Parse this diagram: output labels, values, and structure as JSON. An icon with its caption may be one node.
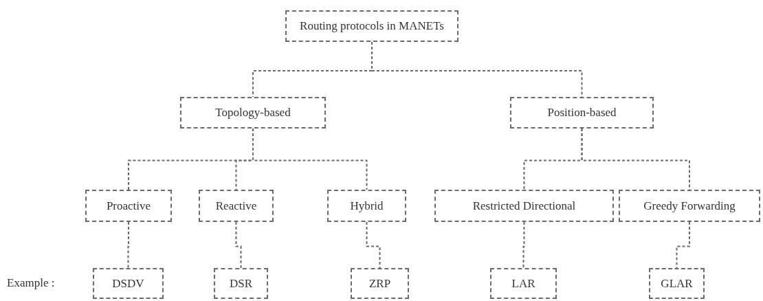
{
  "diagram": {
    "nodes": [
      {
        "text": [
          "Routing protocols in MANETs"
        ]
      },
      {
        "text": [
          "Topology-based"
        ]
      },
      {
        "text": [
          "Position-based"
        ]
      },
      {
        "text": [
          "Proactive"
        ]
      },
      {
        "text": [
          "Reactive"
        ]
      },
      {
        "text": [
          "Hybrid"
        ]
      },
      {
        "text": [
          "Restricted Directional"
        ]
      },
      {
        "text": [
          "Greedy Forwarding"
        ]
      },
      {
        "text": [
          "DSDV"
        ]
      },
      {
        "text": [
          "DSR"
        ]
      },
      {
        "text": [
          "ZRP"
        ]
      },
      {
        "text": [
          "LAR"
        ]
      },
      {
        "text": [
          "GLAR"
        ]
      }
    ],
    "edges": [
      {
        "from": 0,
        "to": 1,
        "arrow": "none"
      },
      {
        "from": 0,
        "to": 2,
        "arrow": "none"
      },
      {
        "from": 1,
        "to": 3,
        "arrow": "none"
      },
      {
        "from": 1,
        "to": 4,
        "arrow": "none"
      },
      {
        "from": 1,
        "to": 5,
        "arrow": "none"
      },
      {
        "from": 2,
        "to": 6,
        "arrow": "none"
      },
      {
        "from": 2,
        "to": 7,
        "arrow": "none"
      },
      {
        "from": 3,
        "to": 8,
        "arrow": "none"
      },
      {
        "from": 4,
        "to": 9,
        "arrow": "none"
      },
      {
        "from": 5,
        "to": 10,
        "arrow": "none"
      },
      {
        "from": 6,
        "to": 11,
        "arrow": "none"
      },
      {
        "from": 7,
        "to": 12,
        "arrow": "none"
      }
    ],
    "labels": [
      "Example :"
    ]
  }
}
